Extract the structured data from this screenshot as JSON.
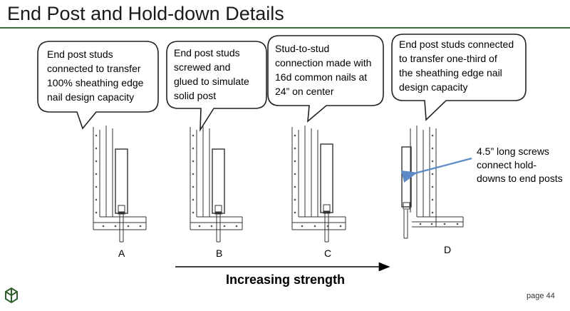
{
  "title": "End Post and Hold-down Details",
  "bubbles": [
    {
      "lines": [
        "End post studs",
        "connected to transfer",
        "100% sheathing edge",
        "nail design capacity"
      ]
    },
    {
      "lines": [
        "End post studs",
        "screwed and",
        "glued to simulate",
        "solid post"
      ]
    },
    {
      "lines": [
        "Stud-to-stud",
        "connection made with",
        "16d common nails at",
        "24” on center"
      ]
    },
    {
      "lines": [
        "End post studs connected",
        "to transfer one-third of",
        "the sheathing edge nail",
        "design capacity"
      ]
    }
  ],
  "figure_labels": [
    "A",
    "B",
    "C",
    "D"
  ],
  "note": {
    "lines": [
      "4.5” long screws",
      "connect hold-",
      "downs to end posts"
    ]
  },
  "arrow_label": "Increasing strength",
  "page": "page 44",
  "colors": {
    "title_rule": "#3b6b3b",
    "note_arrow": "#5b8ac6",
    "logo": "#2e5e2e"
  },
  "logo": "building-logo-icon"
}
